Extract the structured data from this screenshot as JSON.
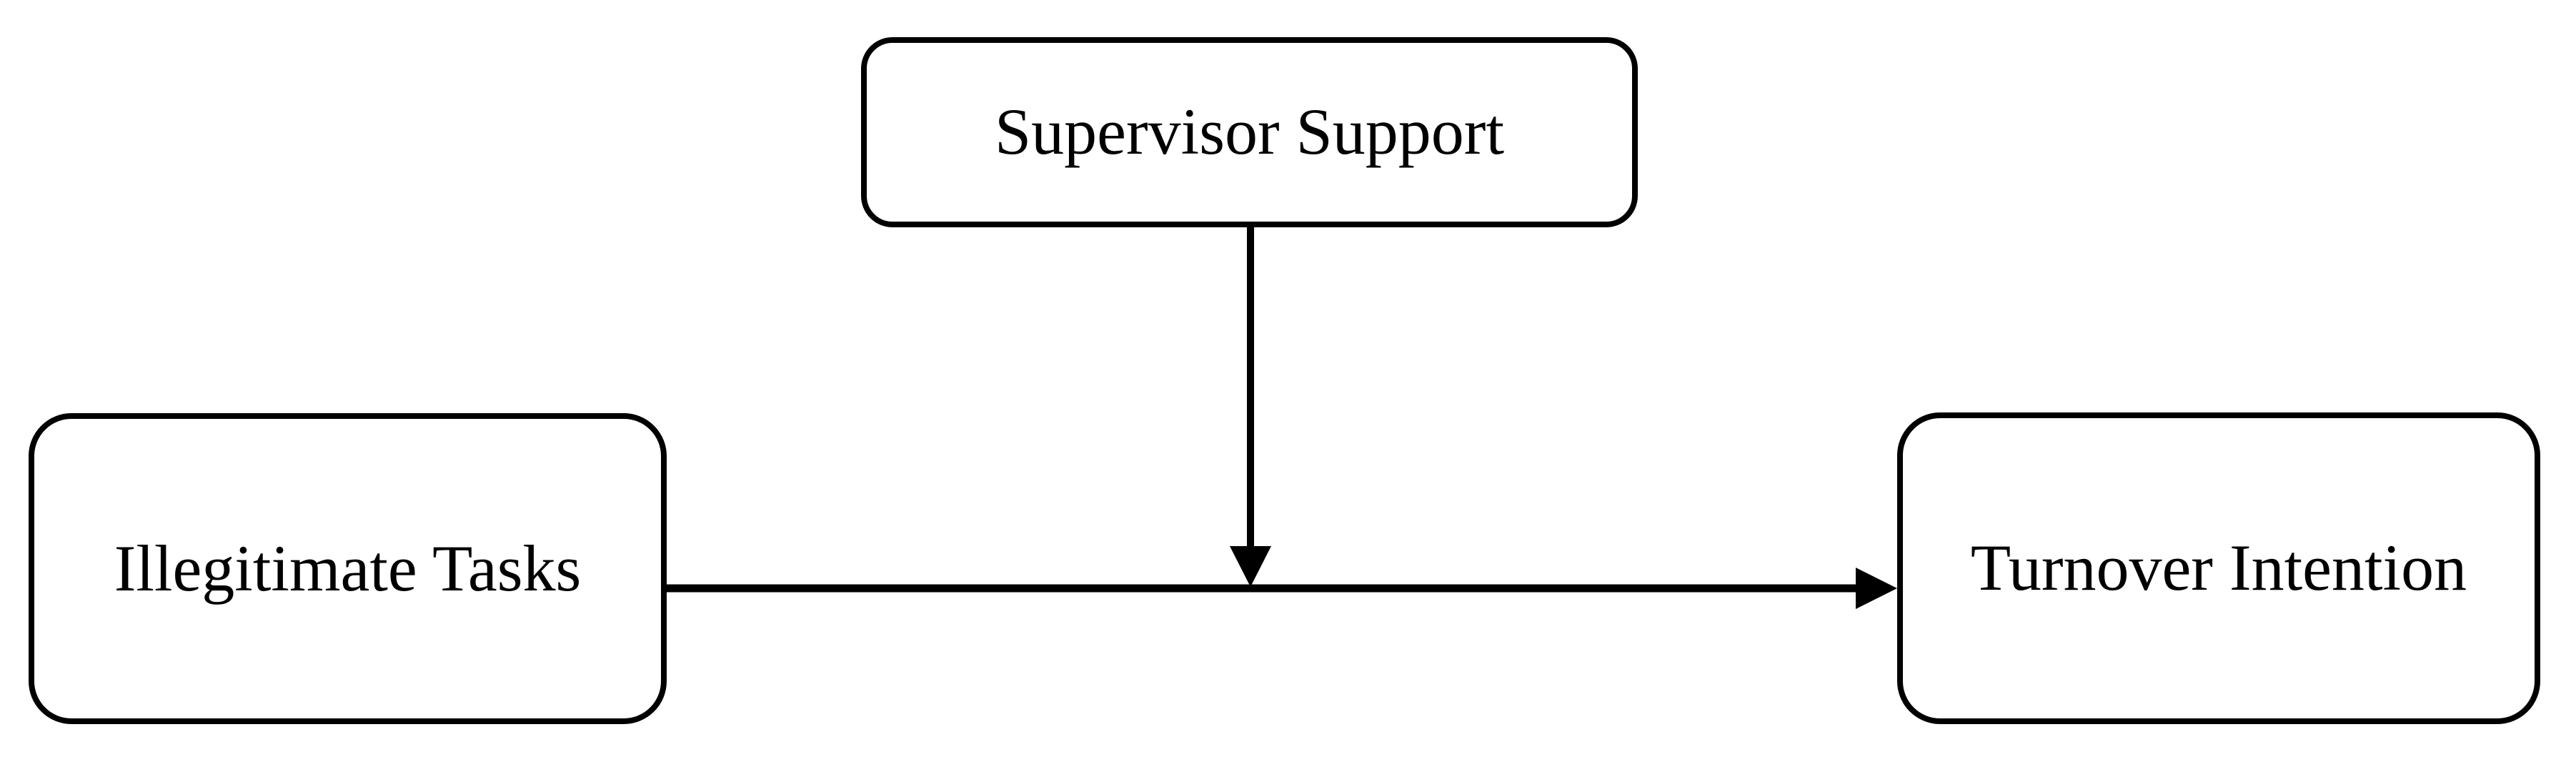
{
  "diagram": {
    "nodes": {
      "moderator": {
        "label": "Supervisor Support"
      },
      "independent": {
        "label": "Illegitimate Tasks"
      },
      "dependent": {
        "label": "Turnover Intention"
      }
    },
    "edges": [
      {
        "from": "independent",
        "to": "dependent",
        "style": "solid-black-arrow",
        "direction": "right"
      },
      {
        "from": "moderator",
        "to": "independent-dependent-path",
        "style": "solid-black-arrow",
        "direction": "down"
      }
    ],
    "colors": {
      "stroke": "#000000",
      "node_fill": "#ffffff",
      "text": "#000000",
      "background": "#ffffff"
    }
  }
}
